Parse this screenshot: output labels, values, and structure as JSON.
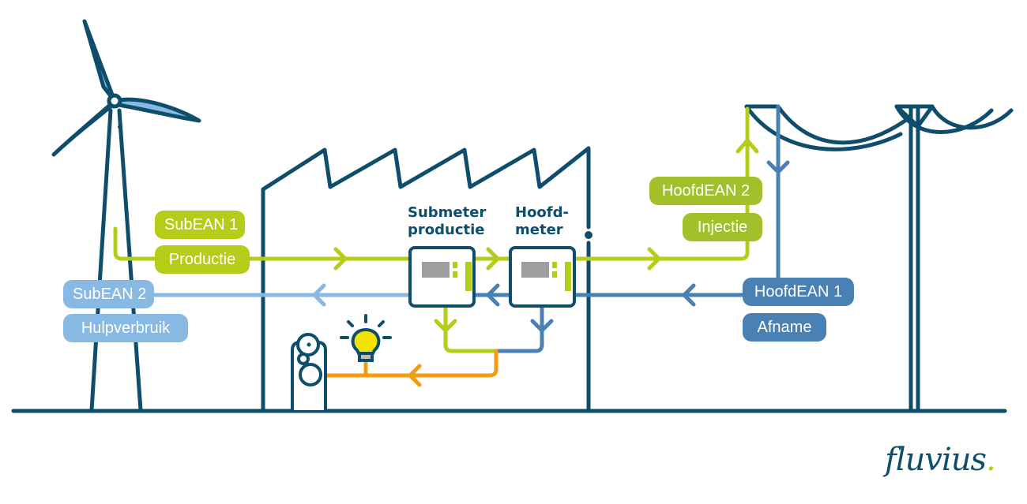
{
  "colors": {
    "navy": "#0e4d6b",
    "production_green": "#b5cc18",
    "injection_green": "#a3c02a",
    "auxiliary_light_blue": "#88b9e3",
    "offtake_blue": "#4a81b5",
    "local_consumption_orange": "#f39c12",
    "meter_display_gray": "#9e9e9e",
    "bulb_yellow": "#f2e400"
  },
  "labels": {
    "subean1": {
      "code": "SubEAN 1",
      "name": "Productie"
    },
    "subean2": {
      "code": "SubEAN 2",
      "name": "Hulpverbruik"
    },
    "hoofdean2": {
      "code": "HoofdEAN 2",
      "name": "Injectie"
    },
    "hoofdean1": {
      "code": "HoofdEAN 1",
      "name": "Afname"
    }
  },
  "meters": {
    "submeter": {
      "line1": "Submeter",
      "line2": "productie"
    },
    "hoofdmeter": {
      "line1": "Hoofd-",
      "line2": "meter"
    }
  },
  "icons": [
    "wind-turbine-icon",
    "factory-icon",
    "meter-icon",
    "light-bulb-icon",
    "machine-icon",
    "power-pylon-icon"
  ],
  "logo": {
    "text": "fluvius",
    "dot": "."
  }
}
